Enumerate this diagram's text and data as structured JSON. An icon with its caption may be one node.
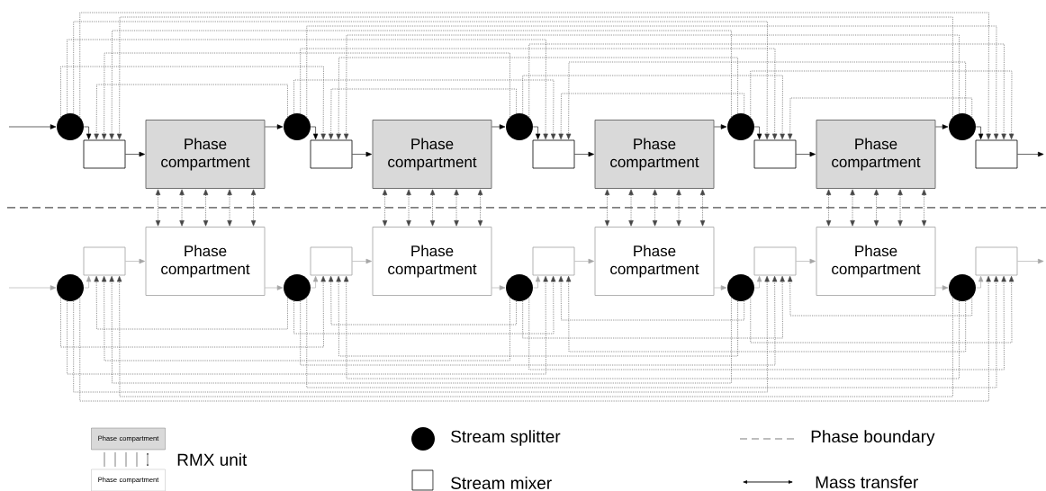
{
  "diagram": {
    "nodes": [
      {
        "text": [],
        "shape": "circle"
      },
      {
        "text": [],
        "shape": "circle"
      },
      {
        "text": [],
        "shape": "circle"
      },
      {
        "text": [],
        "shape": "circle"
      },
      {
        "text": [],
        "shape": "circle"
      },
      {
        "text": [],
        "shape": "box"
      },
      {
        "text": [],
        "shape": "box"
      },
      {
        "text": [],
        "shape": "box"
      },
      {
        "text": [],
        "shape": "box"
      },
      {
        "text": [],
        "shape": "box"
      },
      {
        "text": [
          "Phase compartment"
        ]
      },
      {
        "text": [
          "Phase compartment"
        ]
      },
      {
        "text": [
          "Phase compartment"
        ]
      },
      {
        "text": [
          "Phase compartment"
        ]
      },
      {
        "text": [
          "Phase compartment"
        ]
      },
      {
        "text": [
          "Phase compartment"
        ]
      },
      {
        "text": [
          "Phase compartment"
        ]
      },
      {
        "text": [
          "Phase compartment"
        ]
      },
      {
        "text": [],
        "shape": "circle"
      },
      {
        "text": [],
        "shape": "circle"
      },
      {
        "text": [],
        "shape": "circle"
      },
      {
        "text": [],
        "shape": "circle"
      },
      {
        "text": [],
        "shape": "circle"
      },
      {
        "text": [],
        "shape": "box"
      },
      {
        "text": [],
        "shape": "box"
      },
      {
        "text": [],
        "shape": "box"
      },
      {
        "text": [],
        "shape": "box"
      },
      {
        "text": [],
        "shape": "box"
      }
    ],
    "edges": [
      {
        "from": null,
        "to": 0,
        "arrow": "to"
      },
      {
        "from": 0,
        "to": 5,
        "arrow": "to"
      },
      {
        "from": 0,
        "to": 6,
        "arrow": "to",
        "style": "dashed"
      },
      {
        "from": 0,
        "to": 7,
        "arrow": "to",
        "style": "dashed"
      },
      {
        "from": 0,
        "to": 8,
        "arrow": "to",
        "style": "dashed"
      },
      {
        "from": 0,
        "to": 9,
        "arrow": "to",
        "style": "dashed"
      },
      {
        "from": 1,
        "to": 5,
        "arrow": "to",
        "style": "dashed"
      },
      {
        "from": 1,
        "to": 6,
        "arrow": "to"
      },
      {
        "from": 1,
        "to": 7,
        "arrow": "to",
        "style": "dashed"
      },
      {
        "from": 1,
        "to": 8,
        "arrow": "to",
        "style": "dashed"
      },
      {
        "from": 1,
        "to": 9,
        "arrow": "to",
        "style": "dashed"
      },
      {
        "from": 2,
        "to": 5,
        "arrow": "to",
        "style": "dashed"
      },
      {
        "from": 2,
        "to": 6,
        "arrow": "to",
        "style": "dashed"
      },
      {
        "from": 2,
        "to": 7,
        "arrow": "to"
      },
      {
        "from": 2,
        "to": 8,
        "arrow": "to",
        "style": "dashed"
      },
      {
        "from": 2,
        "to": 9,
        "arrow": "to",
        "style": "dashed"
      },
      {
        "from": 3,
        "to": 5,
        "arrow": "to",
        "style": "dashed"
      },
      {
        "from": 3,
        "to": 6,
        "arrow": "to",
        "style": "dashed"
      },
      {
        "from": 3,
        "to": 7,
        "arrow": "to",
        "style": "dashed"
      },
      {
        "from": 3,
        "to": 8,
        "arrow": "to"
      },
      {
        "from": 3,
        "to": 9,
        "arrow": "to",
        "style": "dashed"
      },
      {
        "from": 4,
        "to": 5,
        "arrow": "to",
        "style": "dashed"
      },
      {
        "from": 4,
        "to": 6,
        "arrow": "to",
        "style": "dashed"
      },
      {
        "from": 4,
        "to": 7,
        "arrow": "to",
        "style": "dashed"
      },
      {
        "from": 4,
        "to": 8,
        "arrow": "to",
        "style": "dashed"
      },
      {
        "from": 4,
        "to": 9,
        "arrow": "to"
      },
      {
        "from": 5,
        "to": 10,
        "arrow": "to"
      },
      {
        "from": 6,
        "to": 11,
        "arrow": "to"
      },
      {
        "from": 7,
        "to": 12,
        "arrow": "to"
      },
      {
        "from": 8,
        "to": 13,
        "arrow": "to"
      },
      {
        "from": 10,
        "to": 1,
        "arrow": "to"
      },
      {
        "from": 11,
        "to": 2,
        "arrow": "to"
      },
      {
        "from": 12,
        "to": 3,
        "arrow": "to"
      },
      {
        "from": 13,
        "to": 4,
        "arrow": "to"
      },
      {
        "from": 9,
        "to": null,
        "arrow": "to"
      },
      {
        "from": 10,
        "to": 14,
        "arrow": "both",
        "style": "dashed"
      },
      {
        "from": 10,
        "to": 14,
        "arrow": "both",
        "style": "dashed"
      },
      {
        "from": 10,
        "to": 14,
        "arrow": "both",
        "style": "dashed"
      },
      {
        "from": 10,
        "to": 14,
        "arrow": "both",
        "style": "dashed"
      },
      {
        "from": 10,
        "to": 14,
        "arrow": "both",
        "style": "dashed"
      },
      {
        "from": 11,
        "to": 15,
        "arrow": "both",
        "style": "dashed"
      },
      {
        "from": 11,
        "to": 15,
        "arrow": "both",
        "style": "dashed"
      },
      {
        "from": 11,
        "to": 15,
        "arrow": "both",
        "style": "dashed"
      },
      {
        "from": 11,
        "to": 15,
        "arrow": "both",
        "style": "dashed"
      },
      {
        "from": 11,
        "to": 15,
        "arrow": "both",
        "style": "dashed"
      },
      {
        "from": 12,
        "to": 16,
        "arrow": "both",
        "style": "dashed"
      },
      {
        "from": 12,
        "to": 16,
        "arrow": "both",
        "style": "dashed"
      },
      {
        "from": 12,
        "to": 16,
        "arrow": "both",
        "style": "dashed"
      },
      {
        "from": 12,
        "to": 16,
        "arrow": "both",
        "style": "dashed"
      },
      {
        "from": 12,
        "to": 16,
        "arrow": "both",
        "style": "dashed"
      },
      {
        "from": 13,
        "to": 17,
        "arrow": "both",
        "style": "dashed"
      },
      {
        "from": 13,
        "to": 17,
        "arrow": "both",
        "style": "dashed"
      },
      {
        "from": 13,
        "to": 17,
        "arrow": "both",
        "style": "dashed"
      },
      {
        "from": 13,
        "to": 17,
        "arrow": "both",
        "style": "dashed"
      },
      {
        "from": 13,
        "to": 17,
        "arrow": "both",
        "style": "dashed"
      },
      {
        "from": null,
        "to": 18,
        "arrow": "to",
        "color": "#a6a6a6"
      },
      {
        "from": 18,
        "to": 23,
        "arrow": "to",
        "color": "#a6a6a6"
      },
      {
        "from": 18,
        "to": 24,
        "arrow": "to",
        "style": "dashed"
      },
      {
        "from": 18,
        "to": 25,
        "arrow": "to",
        "style": "dashed"
      },
      {
        "from": 18,
        "to": 26,
        "arrow": "to",
        "style": "dashed"
      },
      {
        "from": 18,
        "to": 27,
        "arrow": "to",
        "style": "dashed"
      },
      {
        "from": 19,
        "to": 23,
        "arrow": "to",
        "style": "dashed"
      },
      {
        "from": 19,
        "to": 24,
        "arrow": "to",
        "color": "#a6a6a6"
      },
      {
        "from": 19,
        "to": 25,
        "arrow": "to",
        "style": "dashed"
      },
      {
        "from": 19,
        "to": 26,
        "arrow": "to",
        "style": "dashed"
      },
      {
        "from": 19,
        "to": 27,
        "arrow": "to",
        "style": "dashed"
      },
      {
        "from": 20,
        "to": 23,
        "arrow": "to",
        "style": "dashed"
      },
      {
        "from": 20,
        "to": 24,
        "arrow": "to",
        "style": "dashed"
      },
      {
        "from": 20,
        "to": 25,
        "arrow": "to",
        "color": "#a6a6a6"
      },
      {
        "from": 20,
        "to": 26,
        "arrow": "to",
        "style": "dashed"
      },
      {
        "from": 20,
        "to": 27,
        "arrow": "to",
        "style": "dashed"
      },
      {
        "from": 21,
        "to": 23,
        "arrow": "to",
        "style": "dashed"
      },
      {
        "from": 21,
        "to": 24,
        "arrow": "to",
        "style": "dashed"
      },
      {
        "from": 21,
        "to": 25,
        "arrow": "to",
        "style": "dashed"
      },
      {
        "from": 21,
        "to": 26,
        "arrow": "to",
        "color": "#a6a6a6"
      },
      {
        "from": 21,
        "to": 27,
        "arrow": "to",
        "style": "dashed"
      },
      {
        "from": 22,
        "to": 23,
        "arrow": "to",
        "style": "dashed"
      },
      {
        "from": 22,
        "to": 24,
        "arrow": "to",
        "style": "dashed"
      },
      {
        "from": 22,
        "to": 25,
        "arrow": "to",
        "style": "dashed"
      },
      {
        "from": 22,
        "to": 26,
        "arrow": "to",
        "style": "dashed"
      },
      {
        "from": 22,
        "to": 27,
        "arrow": "to",
        "color": "#a6a6a6"
      },
      {
        "from": 23,
        "to": 14,
        "arrow": "to",
        "color": "#a6a6a6"
      },
      {
        "from": 24,
        "to": 15,
        "arrow": "to",
        "color": "#a6a6a6"
      },
      {
        "from": 25,
        "to": 16,
        "arrow": "to",
        "color": "#a6a6a6"
      },
      {
        "from": 26,
        "to": 17,
        "arrow": "to",
        "color": "#a6a6a6"
      },
      {
        "from": 14,
        "to": 19,
        "arrow": "to",
        "color": "#a6a6a6"
      },
      {
        "from": 15,
        "to": 20,
        "arrow": "to",
        "color": "#a6a6a6"
      },
      {
        "from": 16,
        "to": 21,
        "arrow": "to",
        "color": "#a6a6a6"
      },
      {
        "from": 17,
        "to": 22,
        "arrow": "to",
        "color": "#a6a6a6"
      },
      {
        "from": 27,
        "to": null,
        "arrow": "to",
        "color": "#a6a6a6"
      }
    ],
    "labels": [
      "Phase compartment",
      "Phase compartment"
    ],
    "legend": [
      {
        "text": "RMX unit"
      },
      {
        "text": "Stream splitter"
      },
      {
        "text": "Stream mixer"
      },
      {
        "text": "Phase boundary"
      },
      {
        "text": "Mass transfer"
      }
    ]
  }
}
